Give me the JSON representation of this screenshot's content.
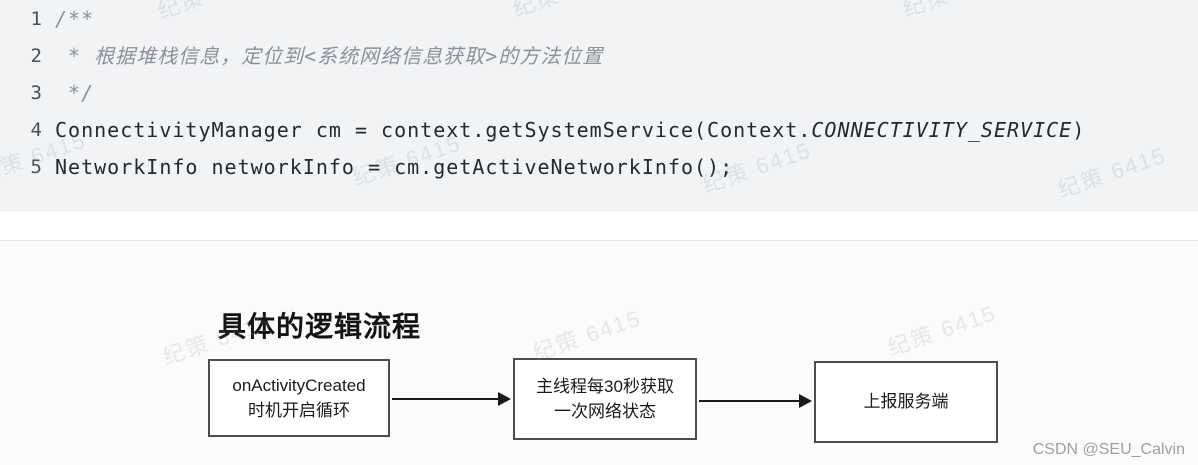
{
  "watermark": {
    "text": "纪策 6415"
  },
  "code_block": {
    "colors": {
      "background": "#f1f3f5",
      "line_number": "#4a5059",
      "comment": "#8a919b",
      "code": "#24292f"
    },
    "lines": [
      {
        "num": "1",
        "text": "/**"
      },
      {
        "num": "2",
        "text": " * 根据堆栈信息，定位到<系统网络信息获取>的方法位置"
      },
      {
        "num": "3",
        "text": " */"
      },
      {
        "num": "4",
        "seg_pre": "ConnectivityManager cm = context.getSystemService(Context.",
        "seg_const": "CONNECTIVITY_SERVICE",
        "seg_post": ")"
      },
      {
        "num": "5",
        "text": "NetworkInfo networkInfo = cm.getActiveNetworkInfo();"
      }
    ]
  },
  "flowchart": {
    "title": "具体的逻辑流程",
    "steps": [
      {
        "line1": "onActivityCreated",
        "line2": "时机开启循环"
      },
      {
        "line1": "主线程每30秒获取",
        "line2": "一次网络状态"
      },
      {
        "line1": "上报服务端",
        "line2": ""
      }
    ]
  },
  "credit": {
    "text": "CSDN @SEU_Calvin",
    "color": "#9ca0a6"
  }
}
